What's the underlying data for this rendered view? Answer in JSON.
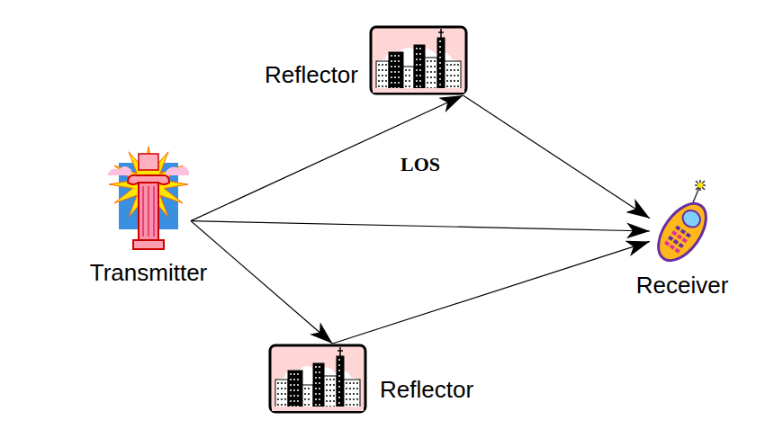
{
  "diagram": {
    "nodes": [
      {
        "text": [
          "Reflector"
        ]
      },
      {
        "text": [
          "Transmitter"
        ]
      },
      {
        "text": [
          "Receiver"
        ]
      },
      {
        "text": [
          "Reflector"
        ]
      }
    ],
    "edges": [
      {
        "from": 1,
        "to": 0,
        "arrow": "to"
      },
      {
        "from": 0,
        "to": 2,
        "arrow": "to"
      },
      {
        "from": 1,
        "to": 2,
        "label": "LOS",
        "arrow": "to"
      },
      {
        "from": 1,
        "to": 3,
        "arrow": "to"
      },
      {
        "from": 3,
        "to": 2,
        "arrow": "to"
      }
    ]
  }
}
